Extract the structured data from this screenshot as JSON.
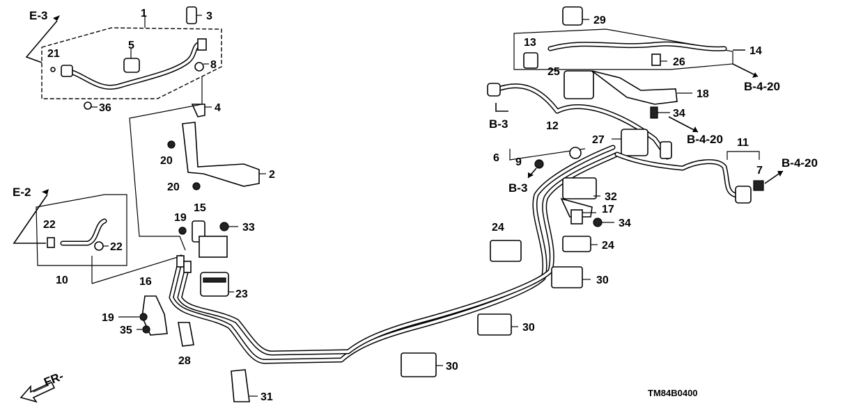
{
  "refs": {
    "e3": "E-3",
    "e2": "E-2",
    "b3a": "B-3",
    "b3b": "B-3",
    "b420a": "B-4-20",
    "b420b": "B-4-20",
    "b420c": "B-4-20",
    "fr": "FR-"
  },
  "callouts": {
    "p1": "1",
    "p2": "2",
    "p3": "3",
    "p4": "4",
    "p5": "5",
    "p6": "6",
    "p7": "7",
    "p8": "8",
    "p9": "9",
    "p10": "10",
    "p11": "11",
    "p12": "12",
    "p13": "13",
    "p14": "14",
    "p15": "15",
    "p16": "16",
    "p17": "17",
    "p18": "18",
    "p19a": "19",
    "p19b": "19",
    "p20a": "20",
    "p20b": "20",
    "p21": "21",
    "p22a": "22",
    "p22b": "22",
    "p23": "23",
    "p24a": "24",
    "p24b": "24",
    "p25": "25",
    "p26": "26",
    "p27": "27",
    "p28": "28",
    "p29": "29",
    "p30a": "30",
    "p30b": "30",
    "p30c": "30",
    "p31": "31",
    "p32": "32",
    "p33": "33",
    "p34a": "34",
    "p34b": "34",
    "p35": "35",
    "p36": "36"
  },
  "diagram_code": "TM84B0400"
}
